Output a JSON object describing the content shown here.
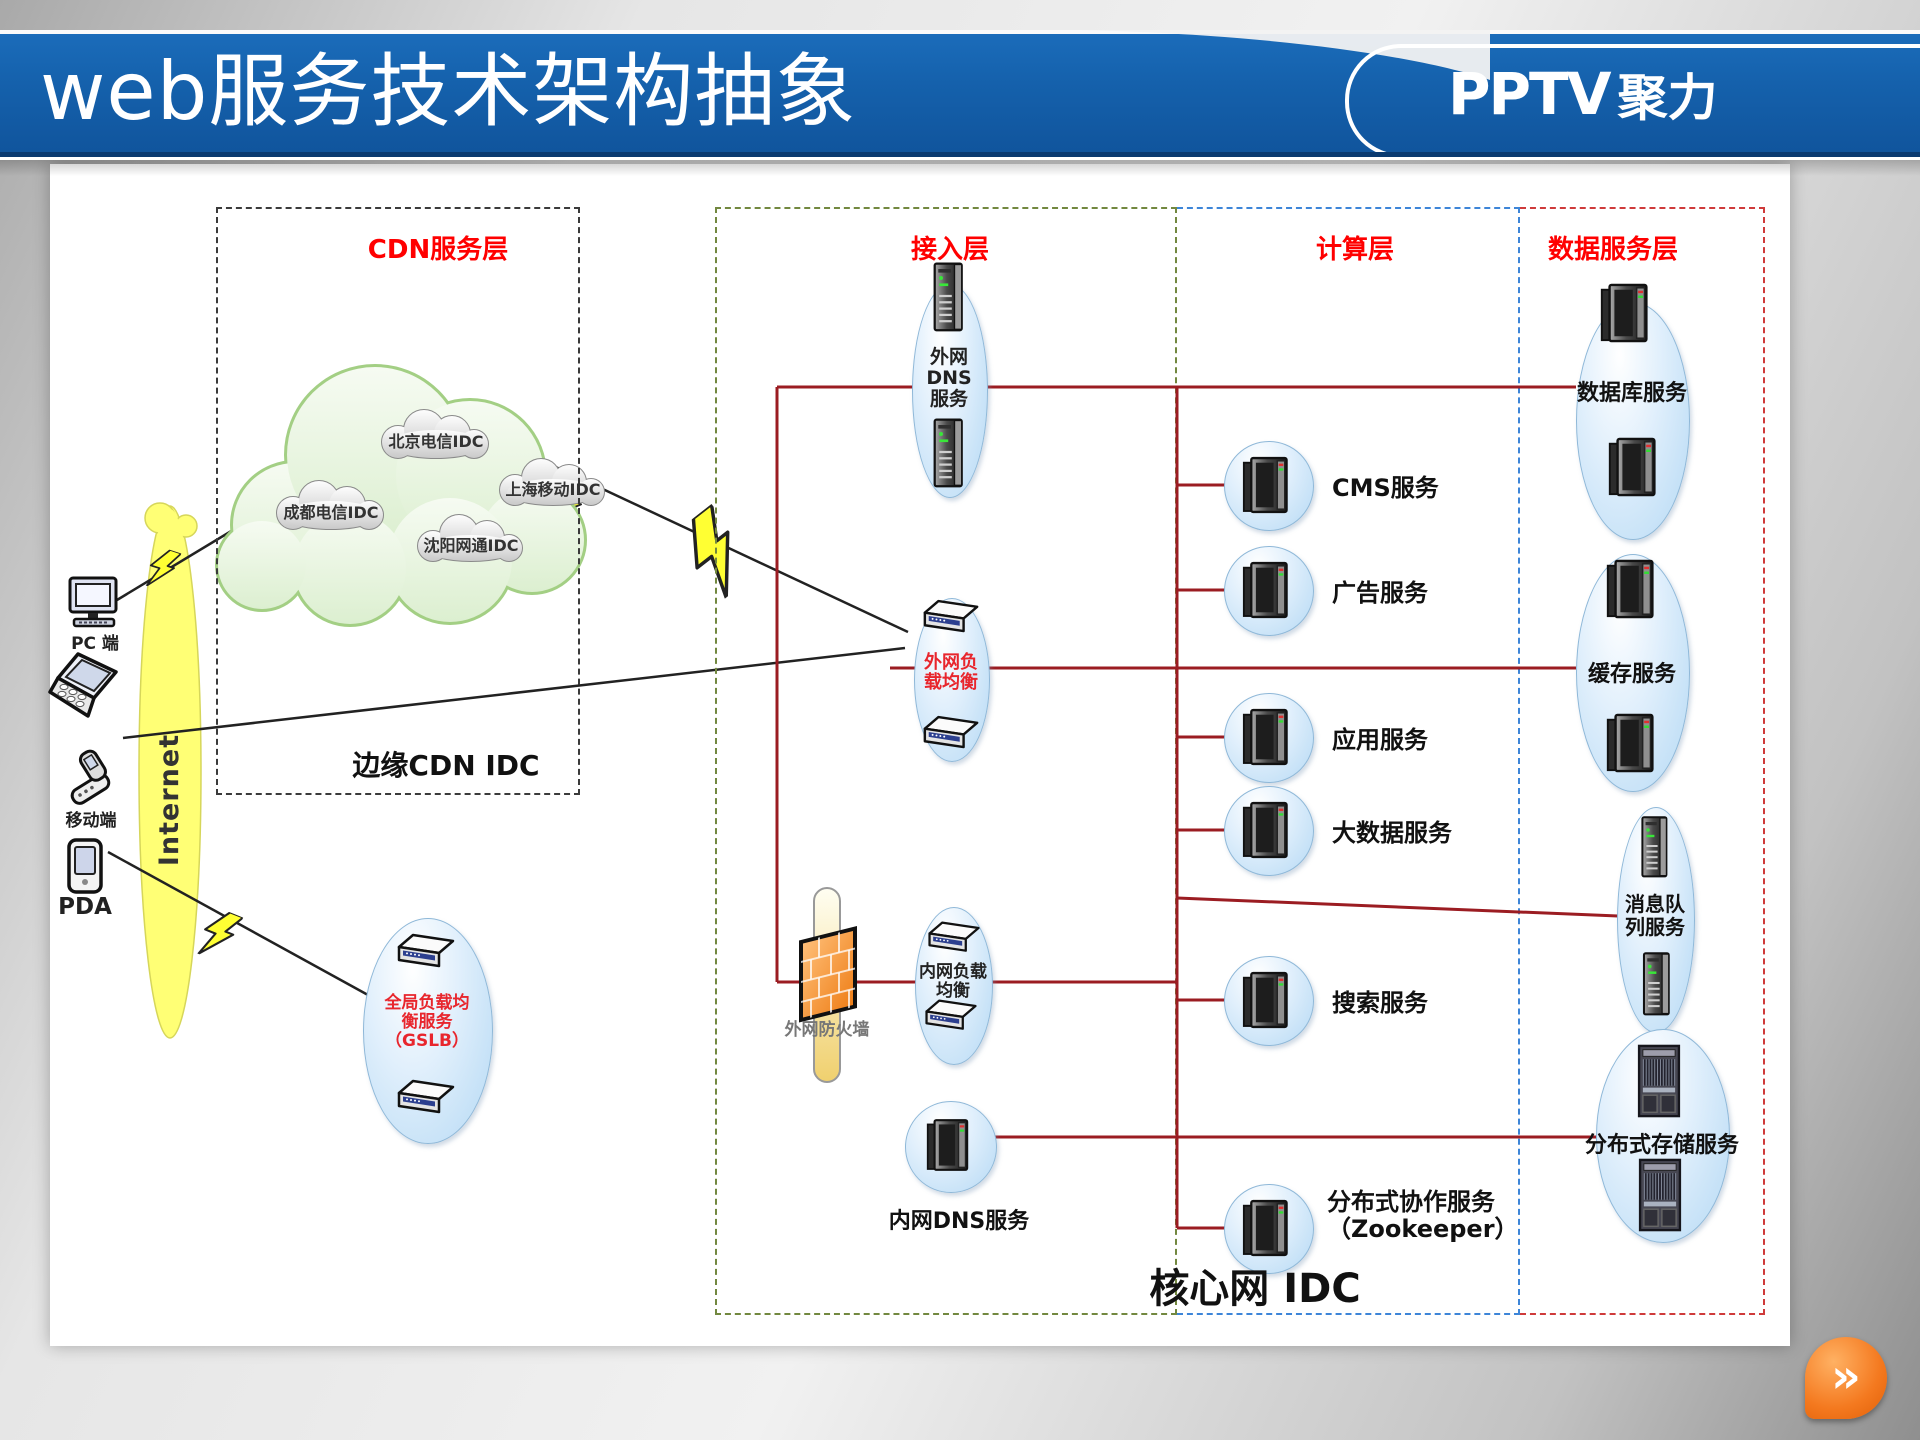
{
  "header": {
    "title": "web服务技术架构抽象",
    "logo_pptv": "PPTV",
    "logo_juli": "聚力"
  },
  "layer_labels": {
    "cdn": "CDN服务层",
    "access": "接入层",
    "compute": "计算层",
    "data": "数据服务层"
  },
  "cdn": {
    "idc_clouds": [
      "北京电信IDC",
      "上海移动IDC",
      "成都电信IDC",
      "沈阳网通IDC"
    ],
    "caption": "边缘CDN IDC"
  },
  "clients": {
    "pc": "PC 端",
    "mobile": "移动端",
    "pda": "PDA",
    "internet": "Internet"
  },
  "gslb": {
    "line1": "全局负载均",
    "line2": "衡服务",
    "line3": "（GSLB）"
  },
  "access_nodes": {
    "ext_dns_l1": "外网",
    "ext_dns_l2": "DNS",
    "ext_dns_l3": "服务",
    "ext_lb_l1": "外网负",
    "ext_lb_l2": "载均衡",
    "int_lb_l1": "内网负载",
    "int_lb_l2": "均衡",
    "firewall": "外网防火墙",
    "int_dns": "内网DNS服务"
  },
  "compute_nodes": [
    {
      "label": "CMS服务"
    },
    {
      "label": "广告服务"
    },
    {
      "label": "应用服务"
    },
    {
      "label": "大数据服务"
    },
    {
      "label": "搜索服务"
    },
    {
      "label": "分布式协作服务",
      "sub": "（Zookeeper）"
    }
  ],
  "data_nodes": {
    "database": "数据库服务",
    "cache": "缓存服务",
    "mq_l1": "消息队",
    "mq_l2": "列服务",
    "storage": "分布式存储服务"
  },
  "core_idc_label": "核心网 IDC",
  "pager": {
    "glyph": "»"
  },
  "colors": {
    "banner_blue": "#1561ac",
    "line_red": "#9b1c22",
    "label_red": "#ff0000",
    "node_blue": "#cfe6f8",
    "cloud_green": "#e9f5e0",
    "internet_yellow": "#ffff75",
    "firewall_orange": "#f08223",
    "pager_orange": "#f4791f"
  }
}
